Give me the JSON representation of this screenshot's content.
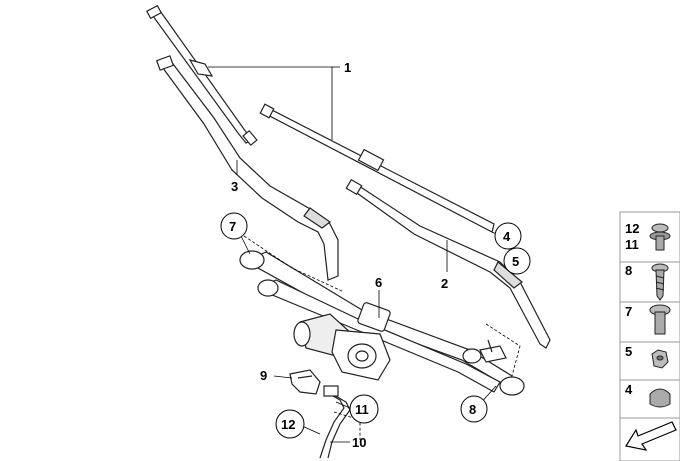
{
  "callouts": {
    "c1": "1",
    "c2": "2",
    "c3": "3",
    "c4": "4",
    "c5": "5",
    "c6": "6",
    "c7": "7",
    "c8": "8",
    "c9": "9",
    "c10": "10",
    "c11": "11",
    "c12": "12"
  },
  "legend": {
    "row1_a": "12",
    "row1_b": "11",
    "row2": "8",
    "row3": "7",
    "row4": "5",
    "row5": "4"
  }
}
